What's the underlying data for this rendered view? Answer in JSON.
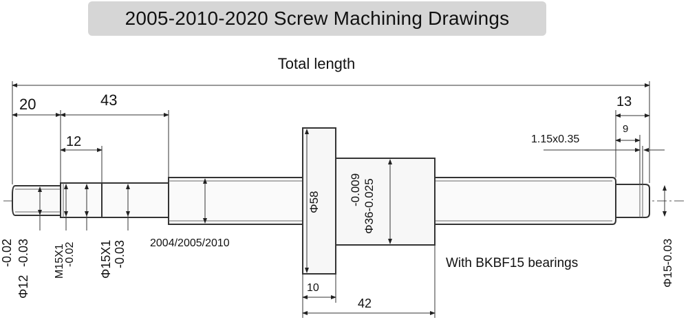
{
  "title": "2005-2010-2020  Screw Machining Drawings",
  "labels": {
    "total_length": "Total length",
    "dim_20": "20",
    "dim_43": "43",
    "dim_12": "12",
    "dim_13": "13",
    "dim_9": "9",
    "groove": "1.15x0.35",
    "phi58": "Φ58",
    "phi36_a": "-0.009",
    "phi36_b": "Φ36-0.025",
    "model_note": "2004/2005/2010",
    "bearing_note": "With BKBF15 bearings",
    "dim_10": "10",
    "dim_42": "42",
    "phi12_a": "-0.02",
    "phi12_b": "-0.03",
    "phi12_c": "Φ12",
    "m15_a": "M15X1",
    "m15_b": "-0.02",
    "phi15x1_a": "Φ15X1",
    "phi15x1_b": "-0.03",
    "phi15_right": "Φ15-0.03"
  }
}
